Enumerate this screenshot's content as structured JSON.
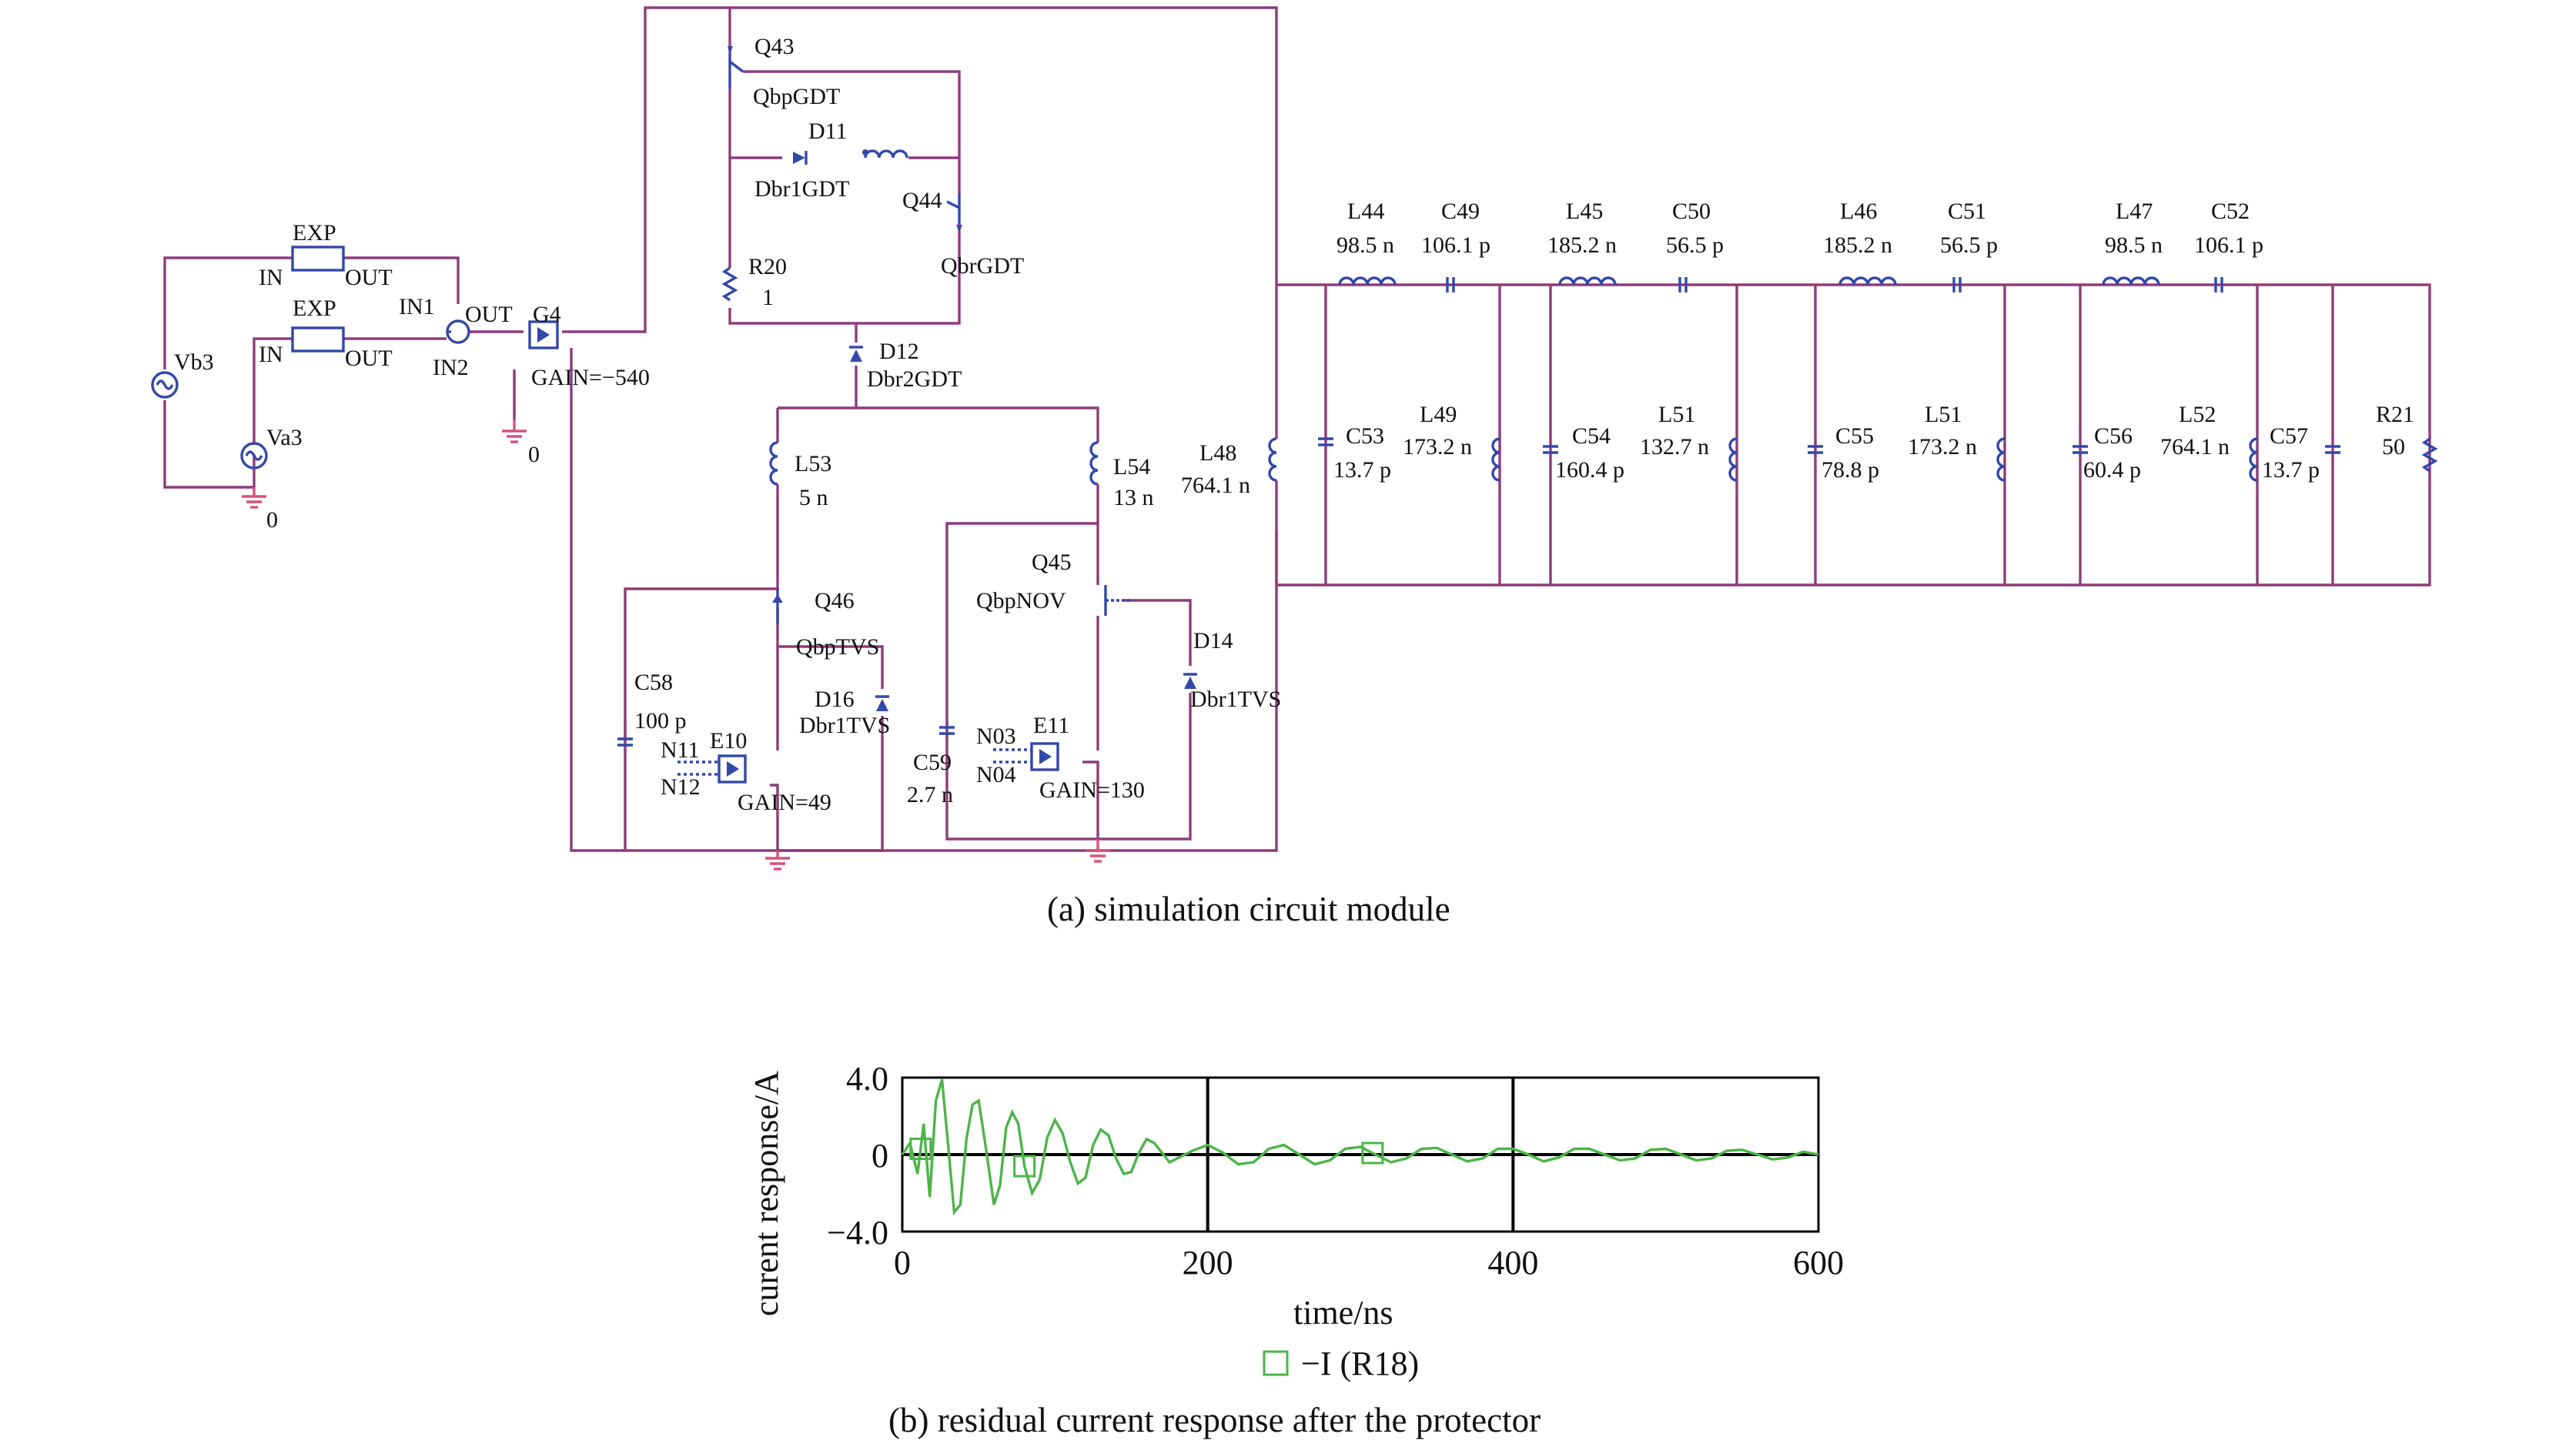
{
  "labels": {
    "exp1": "EXP",
    "exp1_in": "IN",
    "exp1_out": "OUT",
    "exp2": "EXP",
    "exp2_in": "IN",
    "exp2_out": "OUT",
    "vb3": "Vb3",
    "va3": "Va3",
    "gnd0a": "0",
    "gnd0b": "0",
    "in1": "IN1",
    "in2": "IN2",
    "sum_out": "OUT",
    "g4": "G4",
    "g4_gain": "GAIN=−540",
    "q43": "Q43",
    "q43_model": "QbpGDT",
    "d11": "D11",
    "d11_model": "Dbr1GDT",
    "q44": "Q44",
    "q44_model": "QbrGDT",
    "r20": "R20",
    "r20_val": "1",
    "d12": "D12",
    "d12_model": "Dbr2GDT",
    "l53": "L53",
    "l53_val": "5 n",
    "l54": "L54",
    "l54_val": "13 n",
    "q45": "Q45",
    "q45_model": "QbpNOV",
    "q46": "Q46",
    "q46_model": "QbpTVS",
    "d14": "D14",
    "d14_model": "Dbr1TVS",
    "d16": "D16",
    "d16_model": "Dbr1TVS",
    "c58": "C58",
    "c58_val": "100 p",
    "c59": "C59",
    "c59_val": "2.7 n",
    "e10": "E10",
    "e10_gain": "GAIN=49",
    "n11": "N11",
    "n12": "N12",
    "e11": "E11",
    "e11_gain": "GAIN=130",
    "n03": "N03",
    "n04": "N04",
    "l48": "L48",
    "l48_val": "764.1 n",
    "l44": "L44",
    "l44_val": "98.5 n",
    "c49": "C49",
    "c49_val": "106.1 p",
    "l45": "L45",
    "l45_val": "185.2 n",
    "c50": "C50",
    "c50_val": "56.5 p",
    "l46": "L46",
    "l46_val": "185.2 n",
    "c51": "C51",
    "c51_val": "56.5 p",
    "l47": "L47",
    "l47_val": "98.5 n",
    "c52": "C52",
    "c52_val": "106.1 p",
    "c53": "C53",
    "c53_val": "13.7 p",
    "l49": "L49",
    "l49_val": "173.2 n",
    "c54": "C54",
    "c54_val": "160.4 p",
    "l51a": "L51",
    "l51a_val": "132.7 n",
    "c55": "C55",
    "c55_val": "78.8 p",
    "l51b": "L51",
    "l51b_val": "173.2 n",
    "c56": "C56",
    "c56_val": "60.4 p",
    "l52": "L52",
    "l52_val": "764.1 n",
    "c57": "C57",
    "c57_val": "13.7 p",
    "r21": "R21",
    "r21_val": "50"
  },
  "captions": {
    "a": "(a) simulation circuit module",
    "b": "(b) residual current response after the protector"
  },
  "chart_data": {
    "type": "line",
    "xlabel": "time/ns",
    "ylabel": "curent response/A",
    "xlim": [
      0,
      600
    ],
    "ylim": [
      -4.0,
      4.0
    ],
    "xticks": [
      0,
      200,
      400,
      600
    ],
    "yticks": [
      "4.0",
      "0",
      "−4.0"
    ],
    "vertical_gridlines_at": [
      200,
      400
    ],
    "series": [
      {
        "name": "−I (R18)",
        "color": "#4cb548",
        "marker": "open-square",
        "x": [
          0,
          5,
          10,
          14,
          18,
          22,
          26,
          30,
          34,
          38,
          42,
          46,
          50,
          55,
          60,
          64,
          68,
          72,
          76,
          80,
          85,
          90,
          95,
          100,
          105,
          110,
          115,
          120,
          125,
          130,
          135,
          140,
          145,
          150,
          155,
          160,
          165,
          170,
          175,
          180,
          190,
          200,
          210,
          220,
          230,
          240,
          250,
          260,
          270,
          280,
          290,
          300,
          310,
          320,
          330,
          340,
          350,
          360,
          370,
          380,
          390,
          400,
          410,
          420,
          430,
          440,
          450,
          460,
          470,
          480,
          490,
          500,
          510,
          520,
          530,
          540,
          550,
          560,
          570,
          580,
          590,
          600
        ],
        "y": [
          0,
          0.6,
          -1.0,
          1.6,
          -2.2,
          2.8,
          3.9,
          0.5,
          -3.0,
          -2.6,
          0.8,
          2.6,
          2.8,
          0.2,
          -2.6,
          -1.6,
          1.4,
          2.2,
          1.6,
          -0.6,
          -2.0,
          -1.3,
          0.9,
          1.8,
          1.1,
          -0.4,
          -1.5,
          -1.2,
          0.5,
          1.3,
          1.0,
          -0.2,
          -1.0,
          -0.9,
          0.1,
          0.8,
          0.6,
          0.1,
          -0.4,
          -0.2,
          0.2,
          0.5,
          0.1,
          -0.5,
          -0.4,
          0.3,
          0.5,
          0.0,
          -0.5,
          -0.3,
          0.3,
          0.4,
          0.0,
          -0.4,
          -0.2,
          0.3,
          0.35,
          0.0,
          -0.35,
          -0.2,
          0.3,
          0.3,
          0.0,
          -0.35,
          -0.15,
          0.3,
          0.3,
          0.0,
          -0.3,
          -0.2,
          0.25,
          0.3,
          0.0,
          -0.3,
          -0.2,
          0.2,
          0.25,
          0.0,
          -0.25,
          -0.15,
          0.15,
          0.0
        ],
        "marker_points_x": [
          12,
          80,
          308
        ]
      }
    ],
    "legend": {
      "position": "bottom-center",
      "label": "−I (R18)"
    }
  }
}
